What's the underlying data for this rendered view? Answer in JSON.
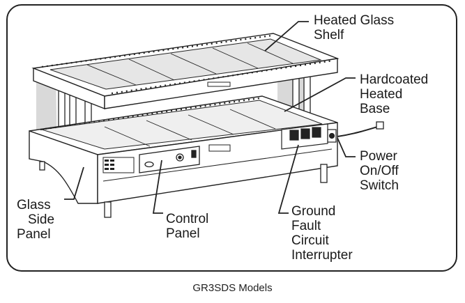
{
  "labels": {
    "heated_glass_shelf": [
      "Heated Glass",
      "Shelf"
    ],
    "hardcoated_heated_base": [
      "Hardcoated",
      "Heated",
      "Base"
    ],
    "power_switch": [
      "Power",
      "On/Off",
      "Switch"
    ],
    "glass_side_panel": [
      "Glass",
      "Side",
      "Panel"
    ],
    "control_panel": [
      "Control",
      "Panel"
    ],
    "gfci": [
      "Ground",
      "Fault",
      "Circuit",
      "Interrupter"
    ]
  },
  "caption": "GR3SDS Models",
  "colors": {
    "line": "#222222",
    "panel_tint": "#d9d9d9",
    "background": "#ffffff"
  }
}
